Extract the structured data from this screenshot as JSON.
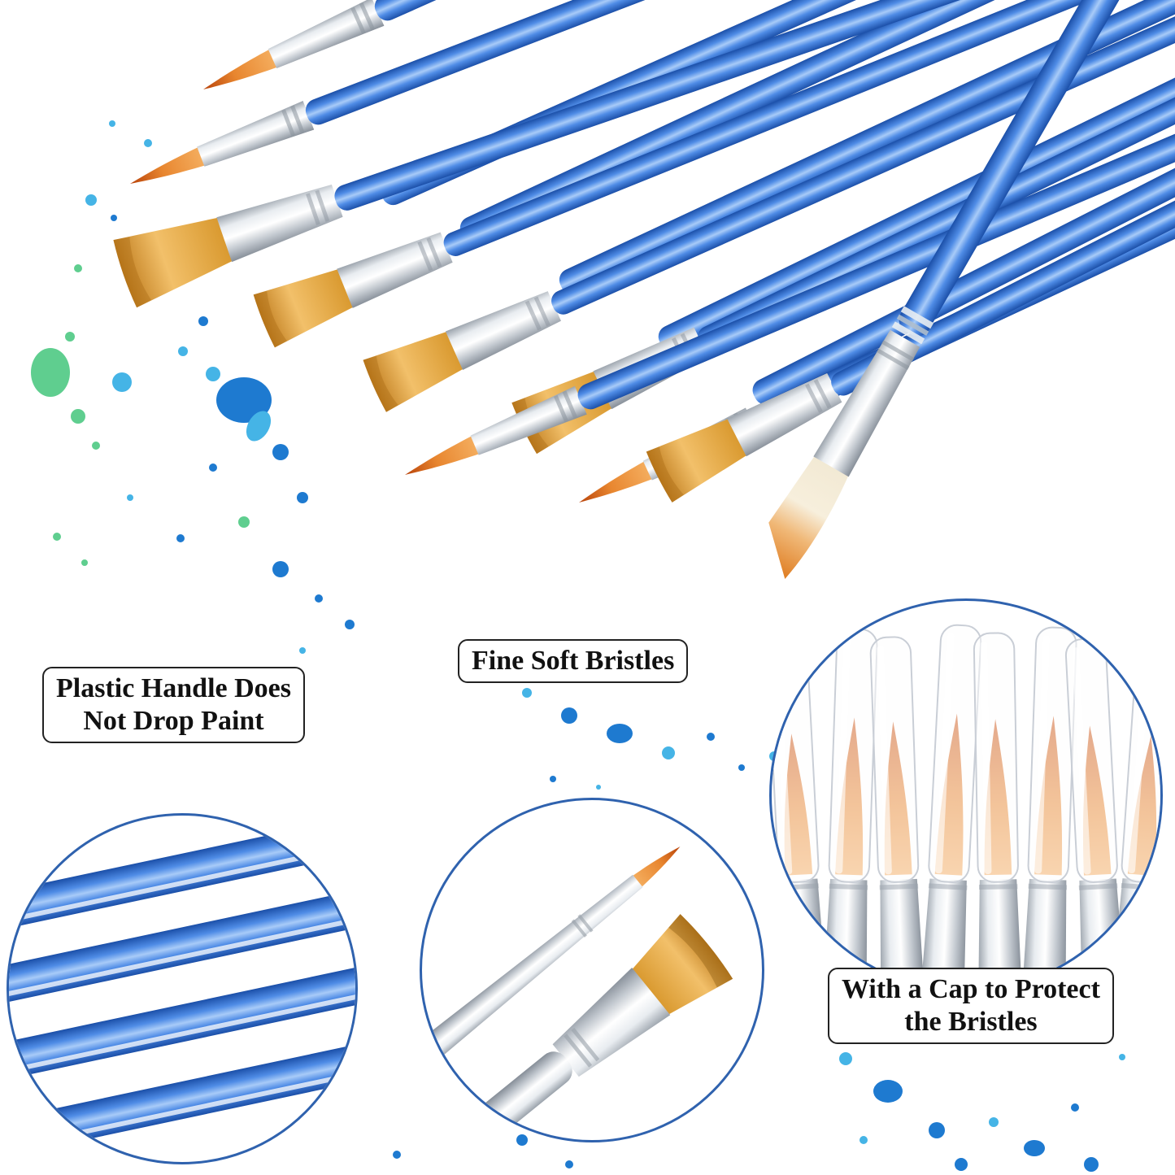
{
  "product_image": {
    "callouts": {
      "handle": {
        "line1": "Plastic Handle Does",
        "line2": "Not Drop Paint"
      },
      "bristles": {
        "label": "Fine Soft Bristles"
      },
      "cap": {
        "line1": "With a Cap to Protect",
        "line2": "the Bristles"
      }
    },
    "colors": {
      "handle_blue": "#2a6ad0",
      "handle_blue_dark": "#1b4fa8",
      "handle_blue_light": "#a8cbf8",
      "ferrule_silver": "#d7dade",
      "bristle_orange": "#e8862f",
      "bristle_gold": "#f2c06a",
      "bristle_cream": "#f7efdc",
      "splatter_blue": "#1e7ad0",
      "splatter_cyan": "#45b4e6",
      "splatter_green": "#5fce8f",
      "inset_ring_blue": "#2f62ae",
      "callout_border": "#222222",
      "callout_text": "#111111",
      "background": "#ffffff"
    }
  }
}
